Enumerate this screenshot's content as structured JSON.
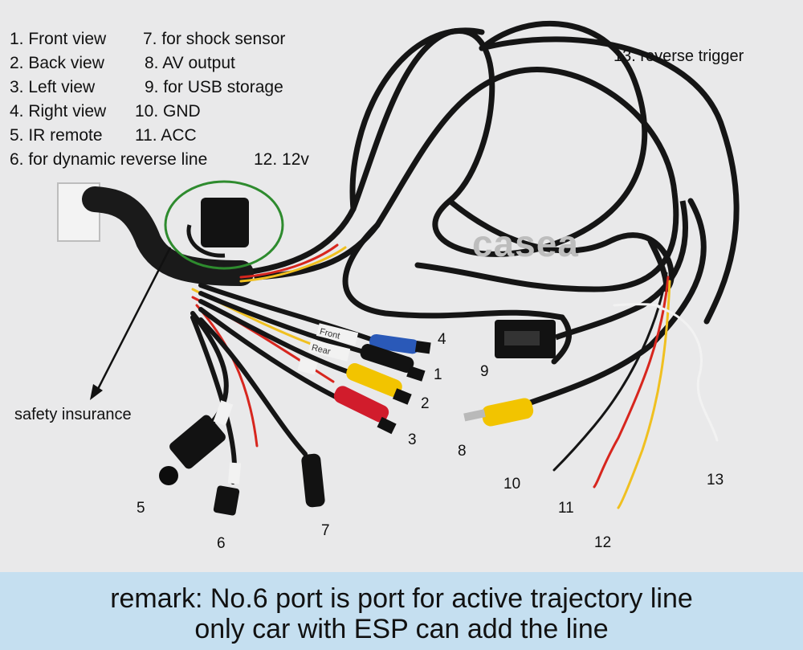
{
  "legend": {
    "col1": [
      "1. Front view",
      "2. Back view",
      "3. Left view",
      "4. Right view",
      "5. IR remote",
      "6. for dynamic reverse line"
    ],
    "col2": [
      "7. for shock sensor",
      "8. AV output",
      "9. for USB storage",
      "10. GND",
      "11. ACC",
      "12. 12v"
    ],
    "extra": "13. reverse trigger"
  },
  "watermark": "casea",
  "safety_label": "safety insurance",
  "cable_tags": {
    "front": "Front",
    "rear": "Rear"
  },
  "port_numbers": [
    "1",
    "2",
    "3",
    "4",
    "5",
    "6",
    "7",
    "8",
    "9",
    "10",
    "11",
    "12",
    "13"
  ],
  "colors": {
    "background": "#e9e9ea",
    "footer_background": "#c5dff0",
    "highlight_circle": "#2e8b2e",
    "cable": "#151515",
    "wire_red": "#d7261e",
    "wire_yellow": "#f0c020",
    "wire_white": "#f2f2f2",
    "plug_blue": "#2a59b8",
    "plug_yellow": "#f2c400",
    "plug_red": "#d11c2c"
  },
  "footer": {
    "line1": "remark: No.6 port is port for active trajectory line",
    "line2": "only car with ESP can add the line"
  }
}
